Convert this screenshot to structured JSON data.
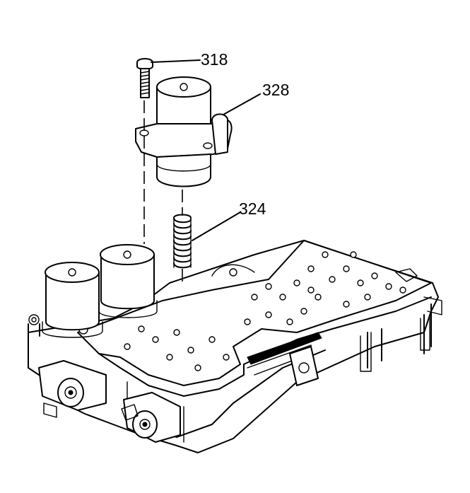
{
  "callouts": [
    {
      "id": "bolt",
      "label": "318"
    },
    {
      "id": "solenoid",
      "label": "328"
    },
    {
      "id": "spring",
      "label": "324"
    }
  ],
  "colors": {
    "line": "#000000",
    "background": "#ffffff"
  }
}
